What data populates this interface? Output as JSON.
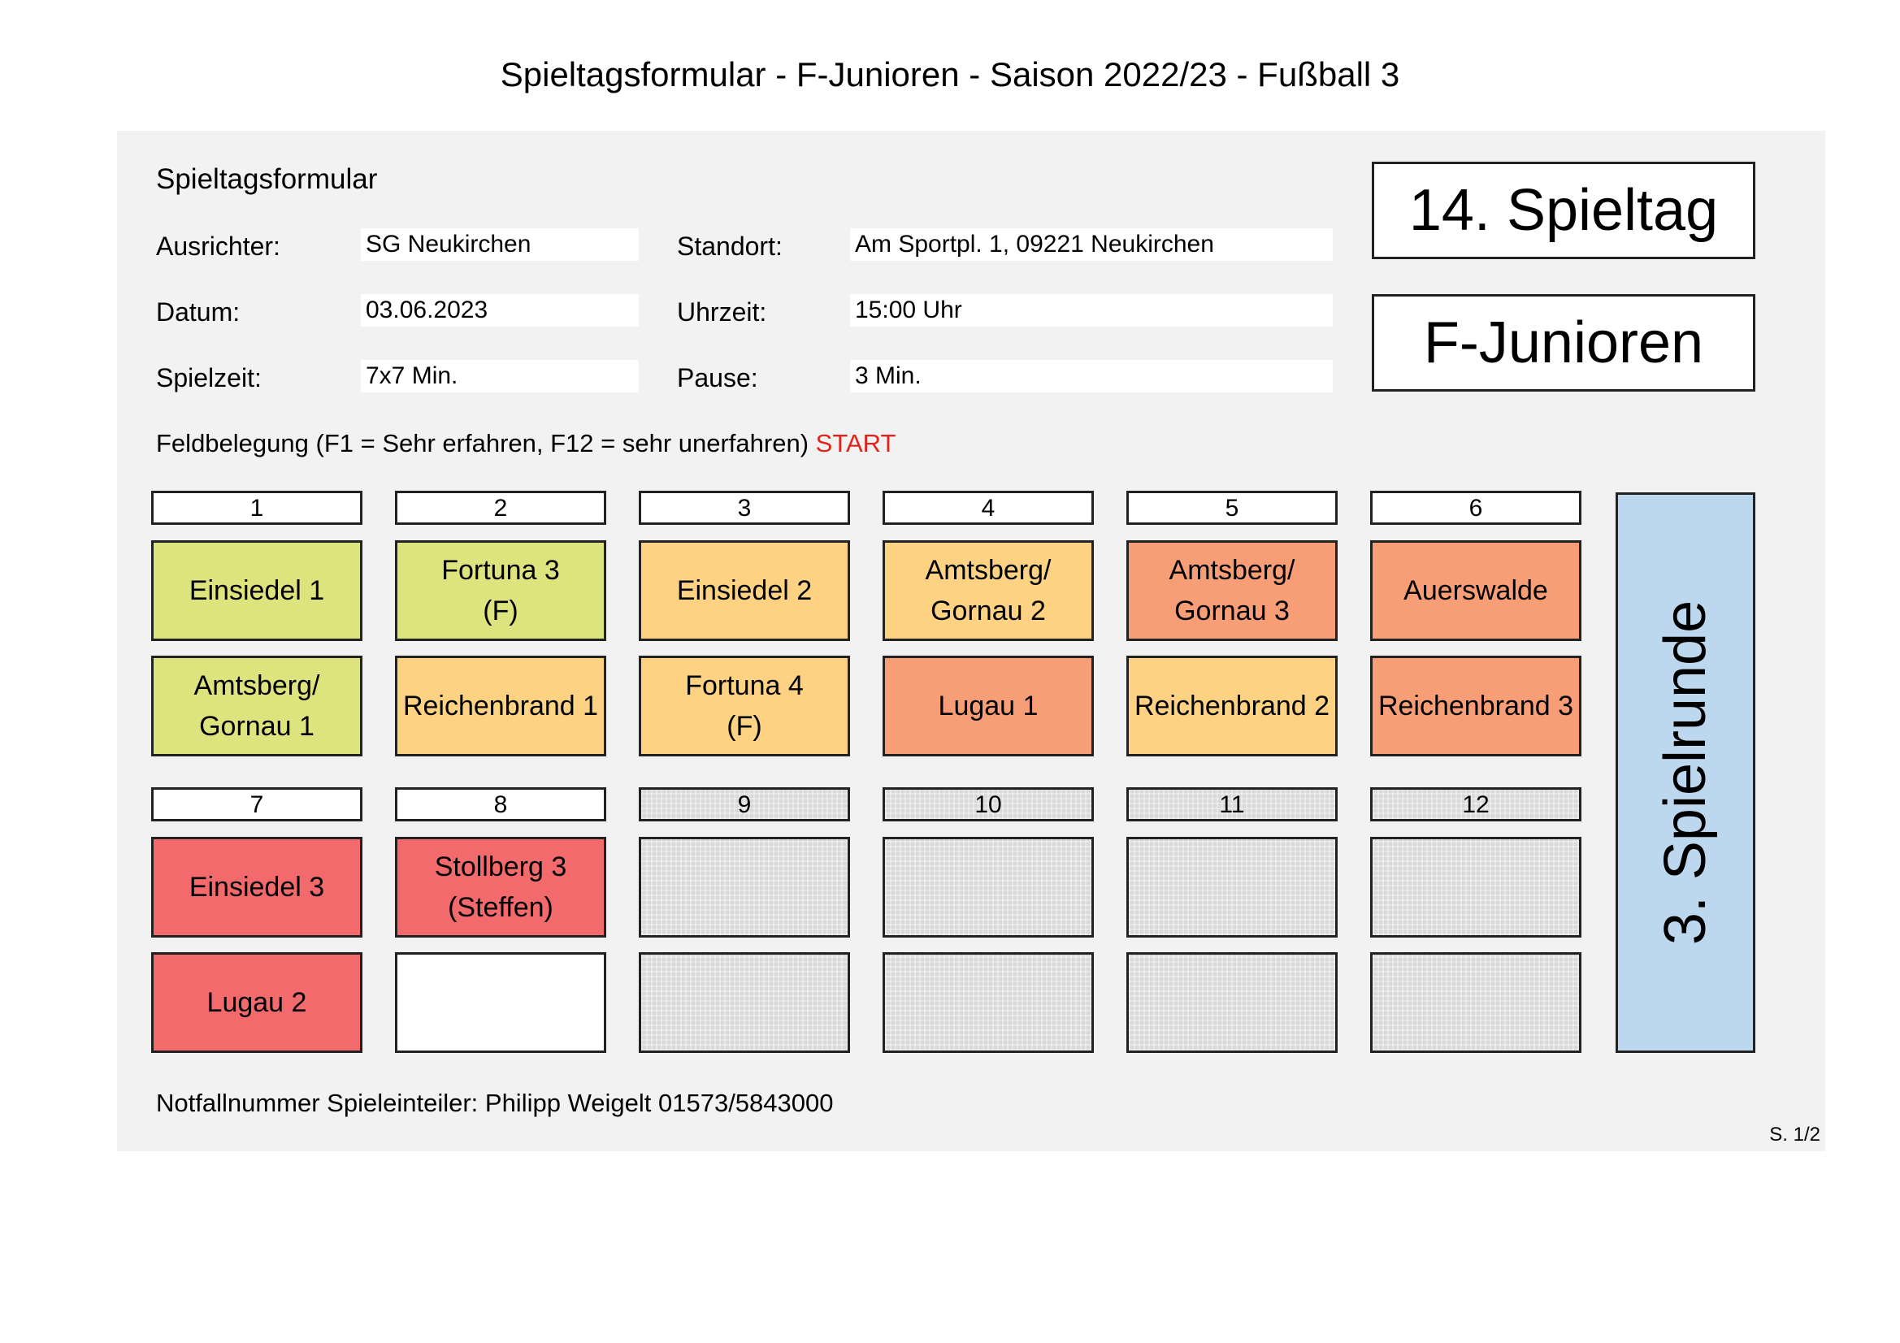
{
  "document_title": "Spieltagsformular - F-Junioren - Saison 2022/23 - Fußball 3",
  "heading": "Spieltagsformular",
  "info": {
    "ausrichter_label": "Ausrichter:",
    "ausrichter": "SG Neukirchen",
    "standort_label": "Standort:",
    "standort": "Am Sportpl. 1, 09221 Neukirchen",
    "datum_label": "Datum:",
    "datum": "03.06.2023",
    "uhrzeit_label": "Uhrzeit:",
    "uhrzeit": "15:00 Uhr",
    "spielzeit_label": "Spielzeit:",
    "spielzeit": "7x7 Min.",
    "pause_label": "Pause:",
    "pause": "3 Min."
  },
  "spieltag": "14. Spieltag",
  "altersklasse": "F-Junioren",
  "feldbelegung_note": "Feldbelegung (F1 = Sehr erfahren, F12 = sehr unerfahren)",
  "start_label": "START",
  "fields": [
    {
      "number": "1",
      "teams": [
        "Einsiedel 1",
        "Amtsberg/\nGornau 1"
      ]
    },
    {
      "number": "2",
      "teams": [
        "Fortuna 3\n(F)",
        "Reichenbrand 1"
      ]
    },
    {
      "number": "3",
      "teams": [
        "Einsiedel 2",
        "Fortuna 4\n(F)"
      ]
    },
    {
      "number": "4",
      "teams": [
        "Amtsberg/\nGornau 2",
        "Lugau 1"
      ]
    },
    {
      "number": "5",
      "teams": [
        "Amtsberg/\nGornau 3",
        "Reichenbrand 2"
      ]
    },
    {
      "number": "6",
      "teams": [
        "Auerswalde",
        "Reichenbrand 3"
      ]
    },
    {
      "number": "7",
      "teams": [
        "Einsiedel 3",
        "Lugau 2"
      ]
    },
    {
      "number": "8",
      "teams": [
        "Stollberg 3\n(Steffen)",
        ""
      ]
    },
    {
      "number": "9",
      "teams": [
        "",
        ""
      ]
    },
    {
      "number": "10",
      "teams": [
        "",
        ""
      ]
    },
    {
      "number": "11",
      "teams": [
        "",
        ""
      ]
    },
    {
      "number": "12",
      "teams": [
        "",
        ""
      ]
    }
  ],
  "spielrunde": "3. Spielrunde",
  "emergency": "Notfallnummer Spieleinteiler: Philipp Weigelt 01573/5843000",
  "page_number": "S. 1/2",
  "colors": {
    "green": "#dde47e",
    "yellow": "#fdd282",
    "orange": "#f89e76",
    "red": "#f26a6c",
    "blue": "#bdd7ee",
    "start": "#e0241b"
  }
}
